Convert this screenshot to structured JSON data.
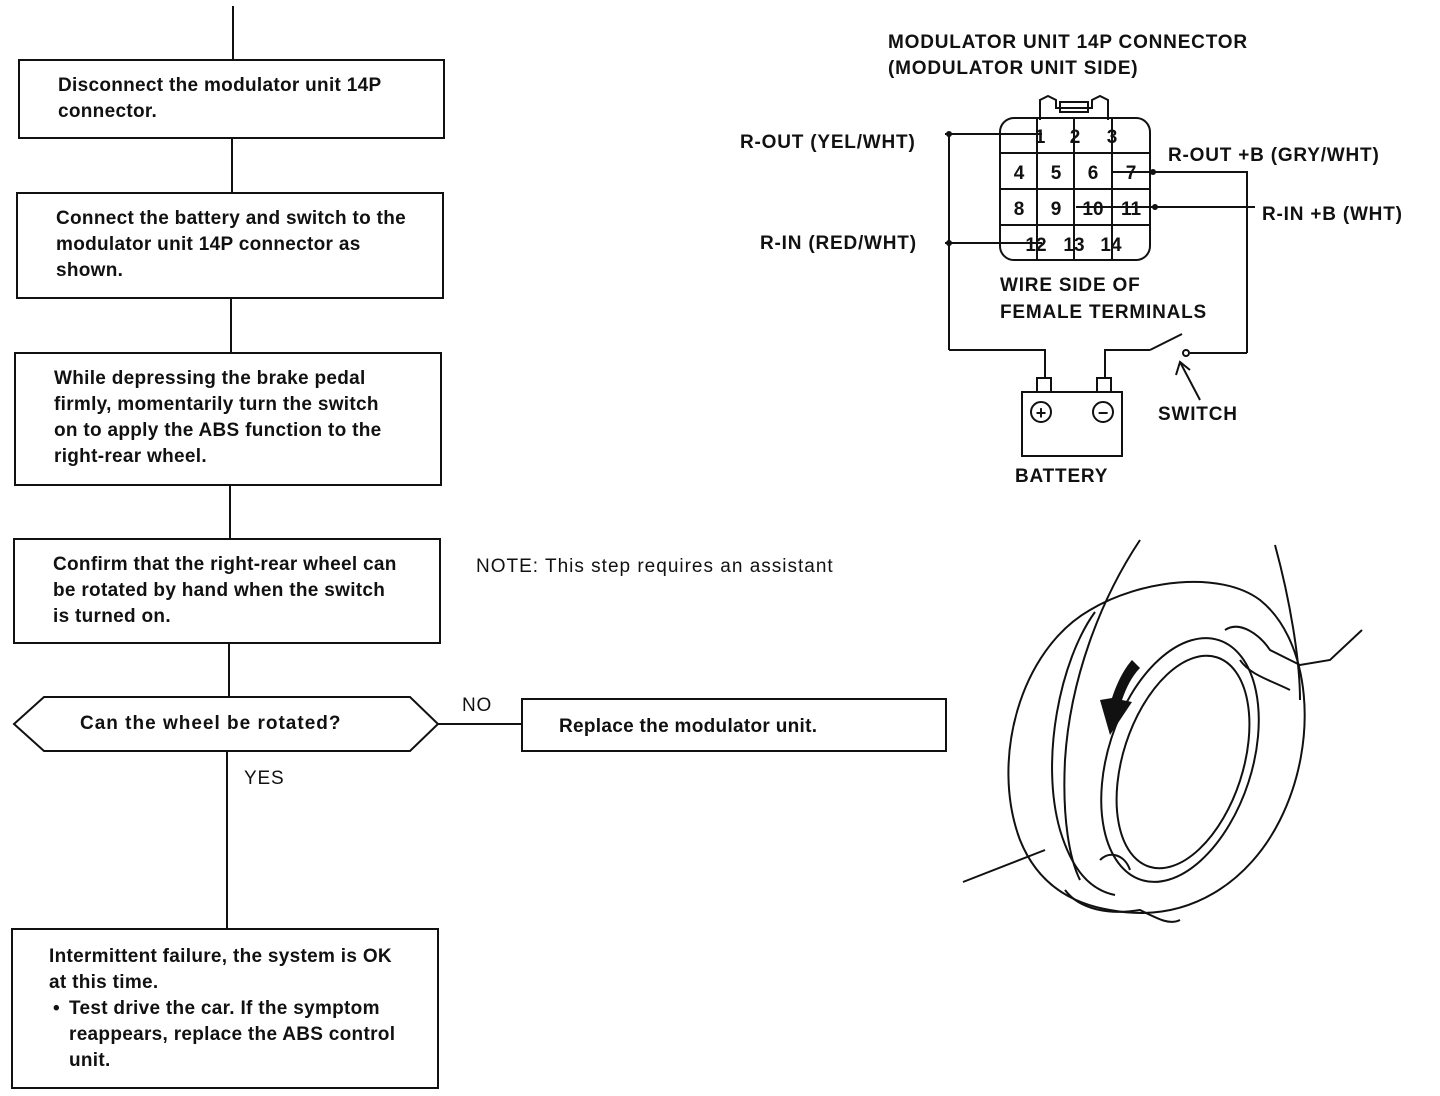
{
  "flowchart": {
    "step1": "Disconnect the modulator unit 14P connector.",
    "step2": "Connect the battery and switch to the modulator unit 14P connector as shown.",
    "step3": "While depressing the brake pedal firmly, momentarily turn the switch on to apply the ABS function to the right-rear wheel.",
    "step4": "Confirm that the right-rear wheel can be rotated by hand when the switch is turned on.",
    "note": "NOTE: This step requires an assistant",
    "decision": "Can the wheel be rotated?",
    "no_label": "NO",
    "yes_label": "YES",
    "no_result": "Replace the modulator unit.",
    "yes_result": {
      "text": "Intermittent failure, the system is OK at this time.",
      "bullet": "Test drive the car. If the symptom reappears, replace the ABS control unit."
    }
  },
  "connector": {
    "title_line1": "MODULATOR UNIT 14P CONNECTOR",
    "title_line2": "(MODULATOR UNIT SIDE)",
    "pins_row1": [
      "1",
      "2",
      "3"
    ],
    "pins_row2": [
      "4",
      "5",
      "6",
      "7"
    ],
    "pins_row3": [
      "8",
      "9",
      "10",
      "11"
    ],
    "pins_row4": [
      "12",
      "13",
      "14"
    ],
    "wire_side_line1": "WIRE SIDE OF",
    "wire_side_line2": "FEMALE TERMINALS",
    "r_out": "R-OUT (YEL/WHT)",
    "r_out_b": "R-OUT +B (GRY/WHT)",
    "r_in_b": "R-IN +B (WHT)",
    "r_in": "R-IN (RED/WHT)",
    "battery": "BATTERY",
    "switch": "SWITCH",
    "plus": "+",
    "minus": "−"
  }
}
